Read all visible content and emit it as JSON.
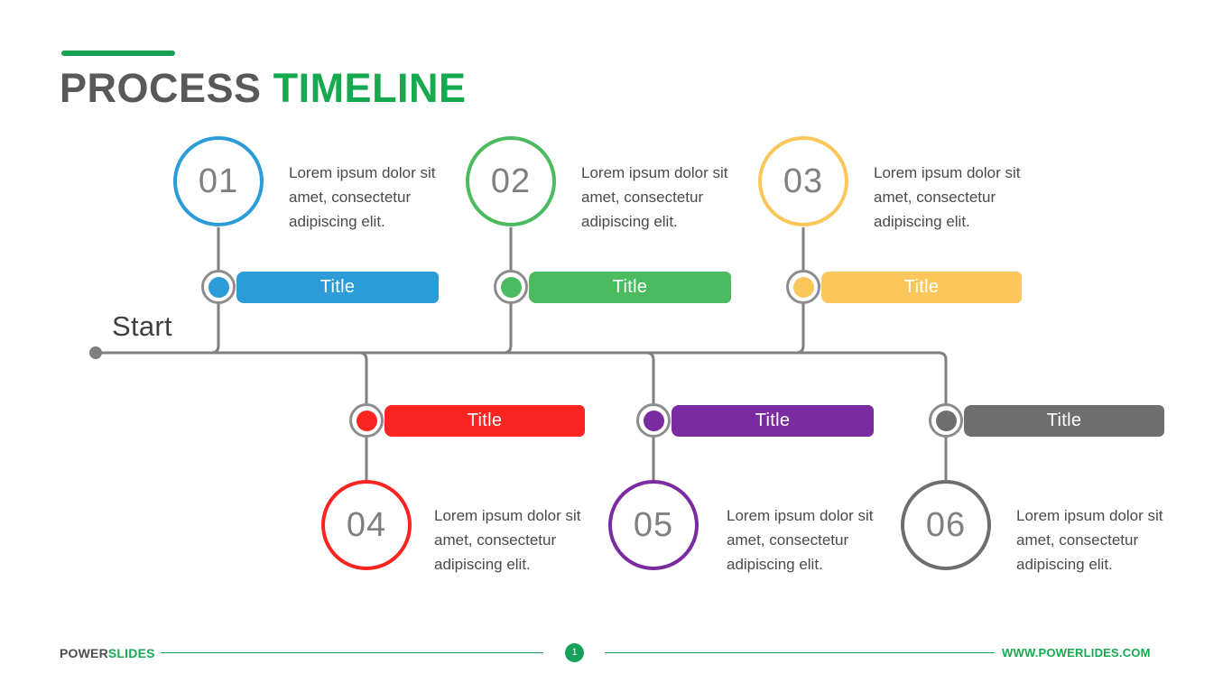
{
  "header": {
    "title_part1": "PROCESS",
    "title_part2": "TIMELINE",
    "accent_color": "#14a050",
    "title_color_dark": "#595959",
    "title_color_green": "#16a94f"
  },
  "timeline": {
    "start_label": "Start",
    "line_color": "#7f7f7f",
    "start_dot_color": "#7f7f7f"
  },
  "steps": [
    {
      "number": "01",
      "title": "Title",
      "description": "Lorem ipsum dolor sit amet, consectetur adipiscing elit.",
      "color": "#2b9cd8",
      "position": "top"
    },
    {
      "number": "02",
      "title": "Title",
      "description": "Lorem ipsum dolor sit amet, consectetur adipiscing elit.",
      "color": "#4cbb5f",
      "position": "top"
    },
    {
      "number": "03",
      "title": "Title",
      "description": "Lorem ipsum dolor sit amet, consectetur adipiscing elit.",
      "color": "#fbc75a",
      "position": "top"
    },
    {
      "number": "04",
      "title": "Title",
      "description": "Lorem ipsum dolor sit amet, consectetur adipiscing elit.",
      "color": "#fa2420",
      "position": "bottom"
    },
    {
      "number": "05",
      "title": "Title",
      "description": "Lorem ipsum dolor sit amet, consectetur adipiscing elit.",
      "color": "#7a2ba0",
      "position": "bottom"
    },
    {
      "number": "06",
      "title": "Title",
      "description": "Lorem ipsum dolor sit amet, consectetur adipiscing elit.",
      "color": "#6e6e6e",
      "position": "bottom"
    }
  ],
  "footer": {
    "logo_part1": "POWER",
    "logo_part2": "SLIDES",
    "page_number": "1",
    "url": "WWW.POWERLIDES.COM",
    "rule_color": "#1b9e57",
    "badge_color": "#17a05a"
  }
}
